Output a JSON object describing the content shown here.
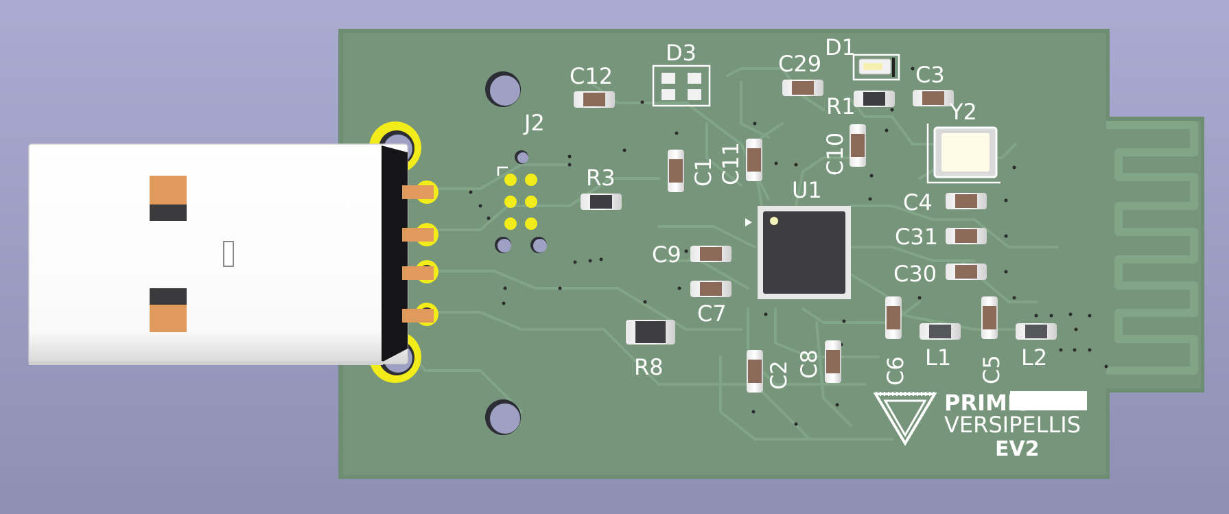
{
  "colors": {
    "background_top": "#a9abd0",
    "board": "#76957a",
    "board_edge": "#6c8c71",
    "trace": "#82a487",
    "silkscreen": "#ffffff",
    "copper": "#e09a5c",
    "ic_body": "#3d3d42",
    "gold_ring": "#f2ec1a",
    "cap_body": "#8c6a5a"
  },
  "board": {
    "logo": {
      "line1": "PRIMIS",
      "line2": "VERSIPELLIS",
      "line3": "EV2"
    }
  },
  "labels": {
    "d3": "D3",
    "d1": "D1",
    "c12": "C12",
    "c29": "C29",
    "c3": "C3",
    "r1": "R1",
    "y2": "Y2",
    "j2": "J2",
    "c10": "C10",
    "c11": "C11",
    "c1": "C1",
    "r3": "R3",
    "u1": "U1",
    "c4": "C4",
    "c31": "C31",
    "c30": "C30",
    "c9": "C9",
    "c7": "C7",
    "r8": "R8",
    "c6": "C6",
    "l1": "L1",
    "c5": "C5",
    "l2": "L2",
    "c2": "C2",
    "c8": "C8"
  }
}
